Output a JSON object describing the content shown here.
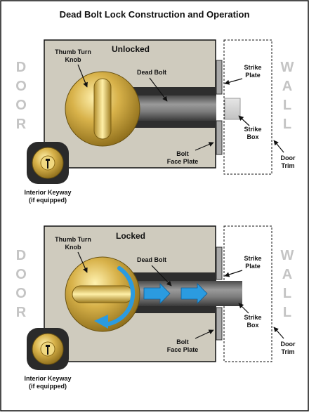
{
  "title": "Dead Bolt Lock Construction and Operation",
  "door_letters": [
    "D",
    "O",
    "O",
    "R"
  ],
  "wall_letters": [
    "W",
    "A",
    "L",
    "L"
  ],
  "panels": [
    {
      "state": "Unlocked",
      "thumb_turn": [
        "Thumb Turn",
        "Knob"
      ],
      "dead_bolt": "Dead Bolt",
      "strike_plate": [
        "Strike",
        "Plate"
      ],
      "strike_box": [
        "Strike",
        "Box"
      ],
      "bolt_face_plate": [
        "Bolt",
        "Face Plate"
      ],
      "door_trim": [
        "Door",
        "Trim"
      ],
      "interior_keyway": [
        "Interior Keyway",
        "(if equipped)"
      ]
    },
    {
      "state": "Locked",
      "thumb_turn": [
        "Thumb Turn",
        "Knob"
      ],
      "dead_bolt": "Dead Bolt",
      "strike_plate": [
        "Strike",
        "Plate"
      ],
      "strike_box": [
        "Strike",
        "Box"
      ],
      "bolt_face_plate": [
        "Bolt",
        "Face Plate"
      ],
      "door_trim": [
        "Door",
        "Trim"
      ],
      "interior_keyway": [
        "Interior Keyway",
        "(if equipped)"
      ]
    }
  ],
  "colors": {
    "door_panel": "#cfcbbe",
    "bolt_dark": "#3c3c3c",
    "bolt_light": "#8a8a8a",
    "brass": "#c9a640",
    "arrow_blue": "#2b9be0",
    "plate": "#9a9a9a"
  }
}
